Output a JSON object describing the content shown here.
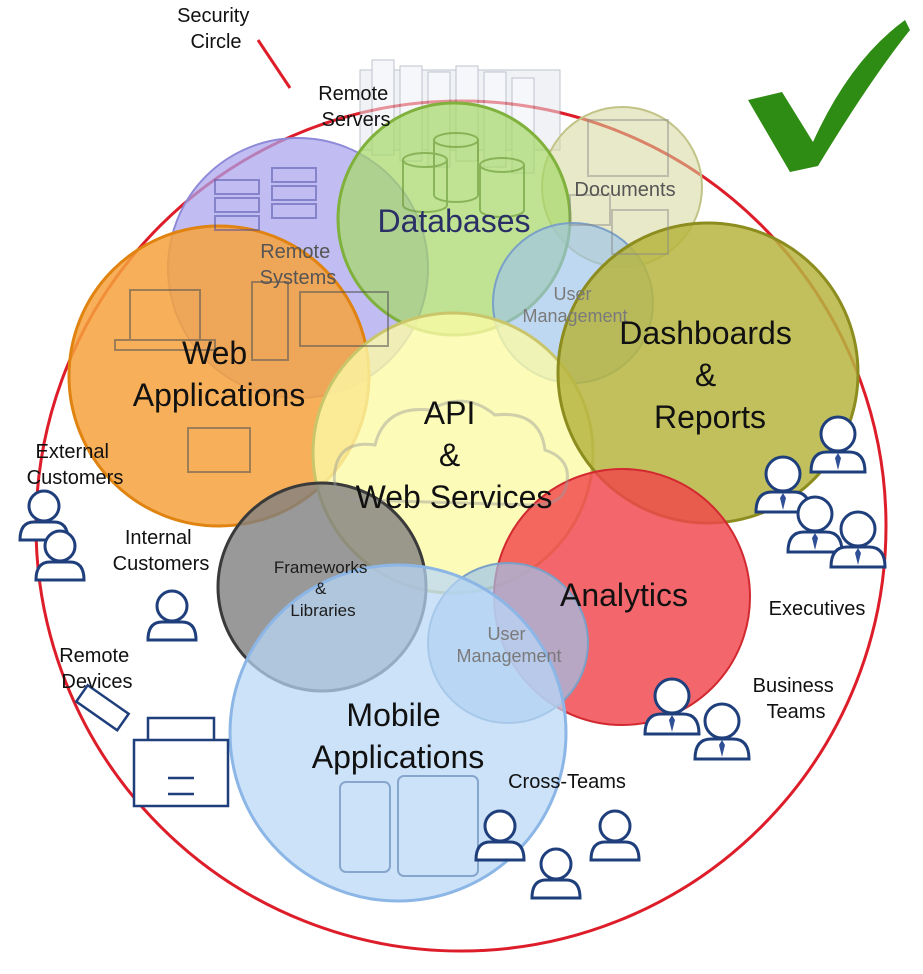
{
  "colors": {
    "security": "#dd1e2a",
    "check": "#2e8b13",
    "web": "#f6a23c",
    "remote_systems": "#a9a4ee",
    "databases": "#a6d86a",
    "documents": "#d6d79a",
    "user_mgmt": "#9cc3ea",
    "dashboards": "#b6b53f",
    "api": "#fbfaa6",
    "analytics": "#f0454c",
    "frameworks": "#7f7f7f",
    "mobile": "#b9d7f6",
    "people_outline": "#1f3f7c"
  },
  "labels": {
    "security_circle": [
      "Security",
      "Circle"
    ],
    "remote_servers": [
      "Remote",
      "Servers"
    ],
    "remote_systems": [
      "Remote",
      "Systems"
    ],
    "databases": "Databases",
    "documents": "Documents",
    "user_management_top": [
      "User",
      "Management"
    ],
    "dashboards": [
      "Dashboards",
      "&",
      "Reports"
    ],
    "web_applications": [
      "Web",
      "Applications"
    ],
    "api": [
      "API",
      "&",
      "Web Services"
    ],
    "external_customers": [
      "External",
      "Customers"
    ],
    "internal_customers": [
      "Internal",
      "Customers"
    ],
    "frameworks": [
      "Frameworks",
      "&",
      "Libraries"
    ],
    "user_management_bottom": [
      "User",
      "Management"
    ],
    "analytics": "Analytics",
    "executives": "Executives",
    "remote_devices": [
      "Remote",
      "Devices"
    ],
    "mobile_applications": [
      "Mobile",
      "Applications"
    ],
    "business_teams": [
      "Business",
      "Teams"
    ],
    "cross_teams": "Cross-Teams"
  }
}
